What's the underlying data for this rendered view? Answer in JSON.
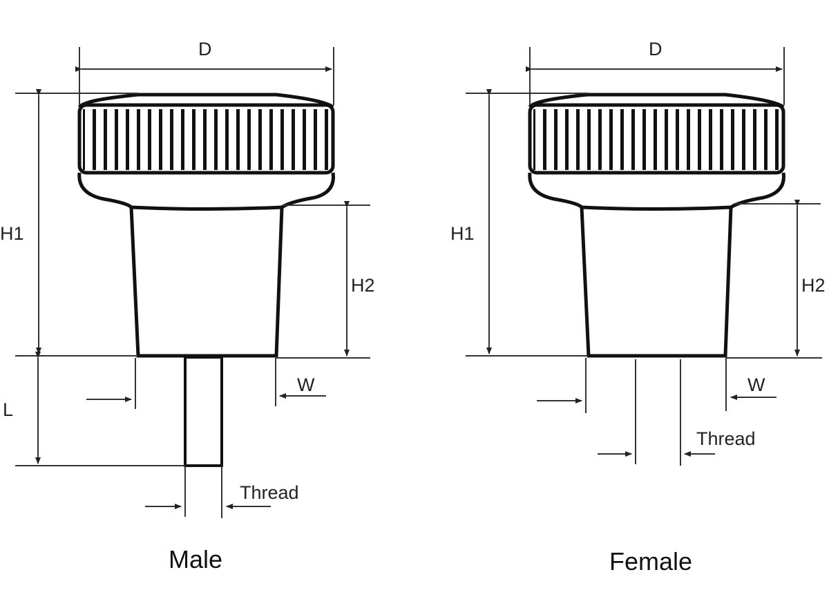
{
  "diagram": {
    "type": "knurled knob dimension drawing",
    "views": [
      {
        "caption": "Male",
        "labels": {
          "D": "D",
          "H1": "H1",
          "H2": "H2",
          "W": "W",
          "L": "L",
          "Thread": "Thread"
        }
      },
      {
        "caption": "Female",
        "labels": {
          "D": "D",
          "H1": "H1",
          "H2": "H2",
          "W": "W",
          "Thread": "Thread"
        }
      }
    ],
    "colors": {
      "line": "#111111",
      "dim": "#333333",
      "background": "#ffffff"
    }
  }
}
